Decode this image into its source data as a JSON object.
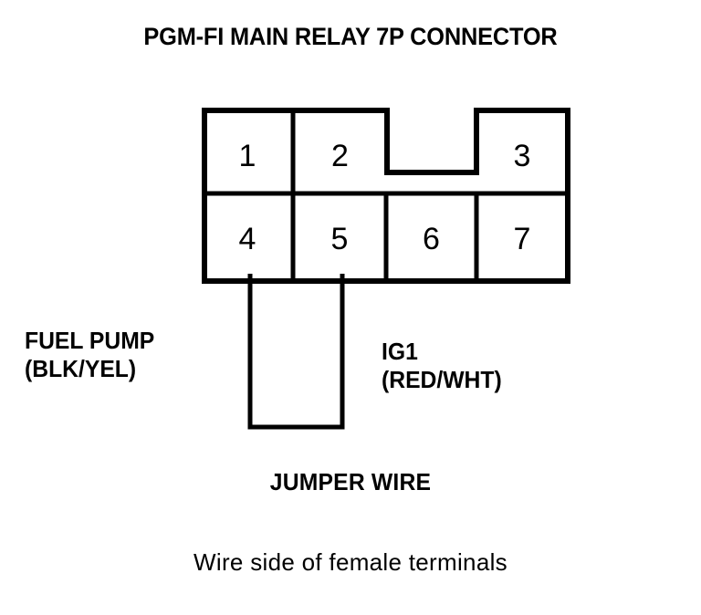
{
  "diagram": {
    "title": "PGM-FI MAIN RELAY 7P CONNECTOR",
    "caption_bold": "JUMPER WIRE",
    "caption_regular": "Wire side of female terminals",
    "stroke_color": "#000000",
    "background_color": "#ffffff"
  },
  "connector": {
    "pin_count": 7,
    "top_row": [
      {
        "number": "1"
      },
      {
        "number": "2"
      },
      {
        "number": "3"
      }
    ],
    "bottom_row": [
      {
        "number": "4"
      },
      {
        "number": "5"
      },
      {
        "number": "6"
      },
      {
        "number": "7"
      }
    ],
    "notch_present": true
  },
  "labels": {
    "fuel_pump_name": "FUEL PUMP",
    "fuel_pump_color": "(BLK/YEL)",
    "ig1_name": "IG1",
    "ig1_color": "(RED/WHT)"
  }
}
